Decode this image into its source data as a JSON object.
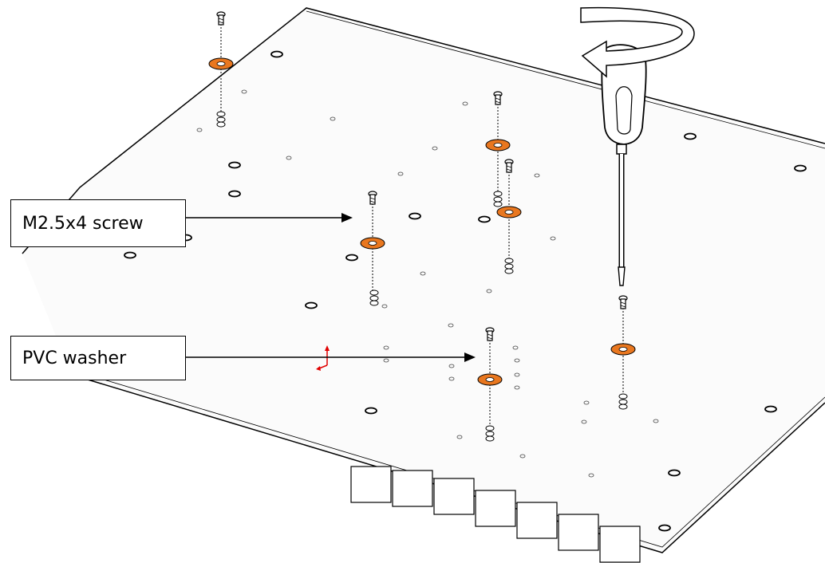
{
  "callouts": {
    "screw_label": "M2.5x4 screw",
    "washer_label": "PVC washer"
  },
  "colors": {
    "washer": "#e9771f",
    "outline": "#000000",
    "axis": "#e00000"
  },
  "icons": {
    "rotation": "counterclockwise-arrow-icon",
    "tool": "screwdriver-icon"
  },
  "counts": {
    "screw_assemblies": 6,
    "connectors": 7
  }
}
